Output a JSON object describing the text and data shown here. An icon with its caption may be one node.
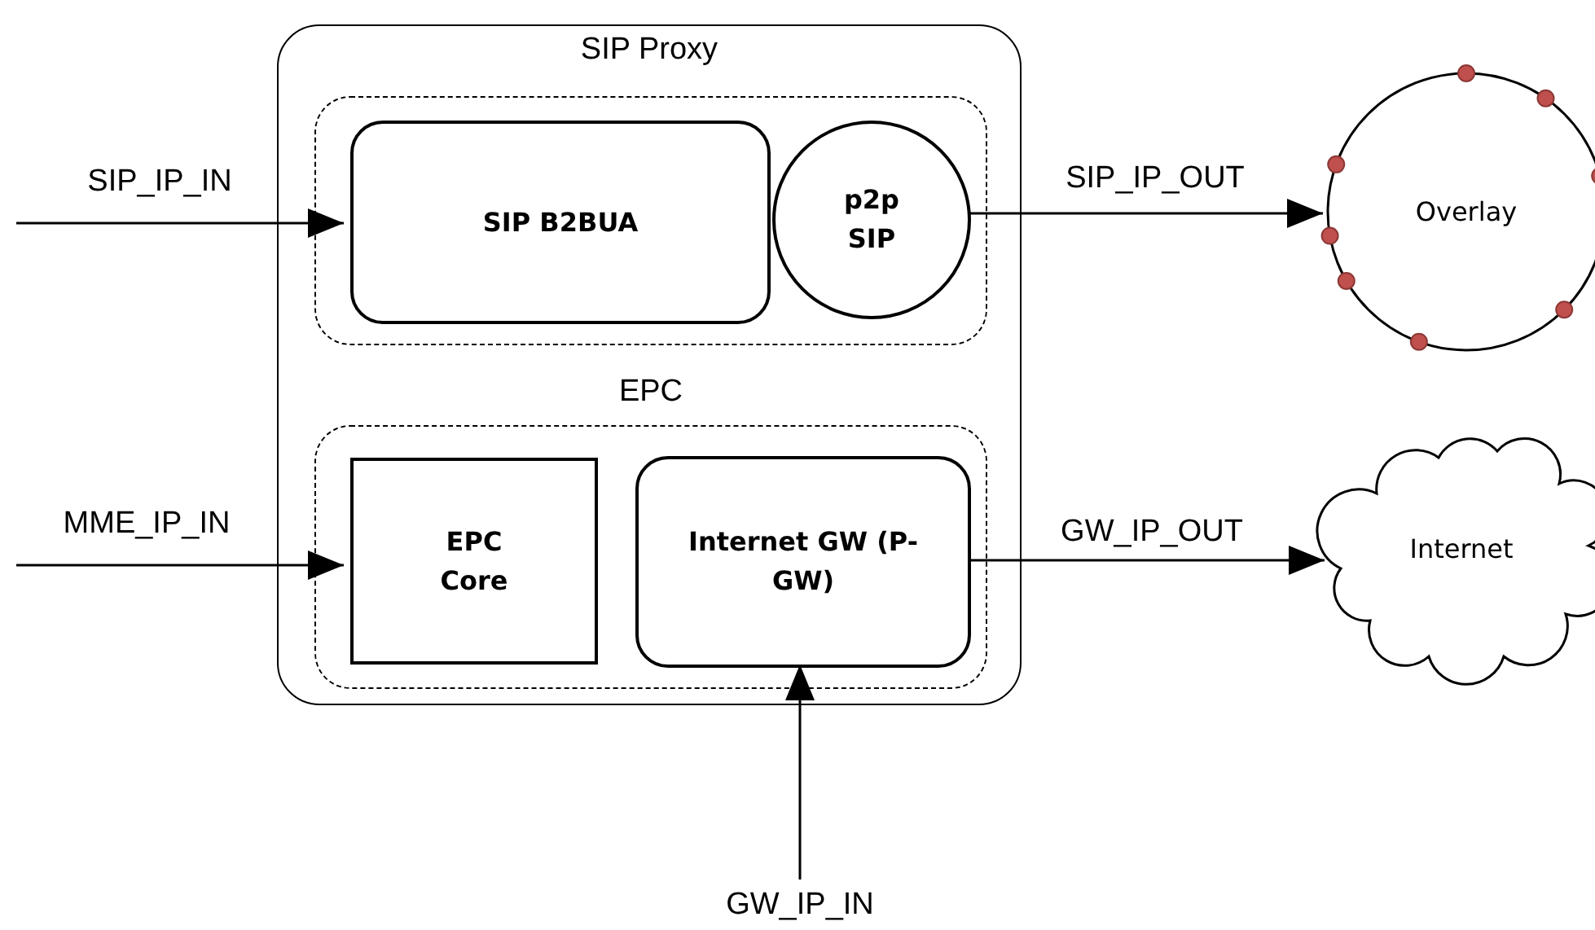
{
  "diagram": {
    "nodes": [
      {
        "text": [
          "SIP Proxy"
        ]
      },
      {
        "text": [],
        "shape": "box",
        "in": 0
      },
      {
        "text": [
          "SIP B2BUA"
        ],
        "in": 1
      },
      {
        "text": [
          "p2p SIP"
        ],
        "in": 1
      },
      {
        "text": [
          "EPC"
        ],
        "in": 0
      },
      {
        "text": [
          "EPC Core"
        ],
        "in": 4
      },
      {
        "text": [
          "Internet GW (P-GW)"
        ],
        "in": 4
      },
      {
        "text": [
          "Overlay"
        ]
      },
      {
        "text": [
          "Internet"
        ]
      }
    ],
    "edges": [
      {
        "from": null,
        "to": 2,
        "arrow": "to",
        "label": "SIP_IP_IN"
      },
      {
        "from": 3,
        "to": 7,
        "arrow": "to",
        "label": "SIP_IP_OUT"
      },
      {
        "from": null,
        "to": 5,
        "arrow": "to",
        "label": "MME_IP_IN"
      },
      {
        "from": 6,
        "to": 8,
        "arrow": "to",
        "label": "GW_IP_OUT"
      },
      {
        "from": null,
        "to": 6,
        "arrow": "to",
        "label": "GW_IP_IN"
      }
    ]
  }
}
